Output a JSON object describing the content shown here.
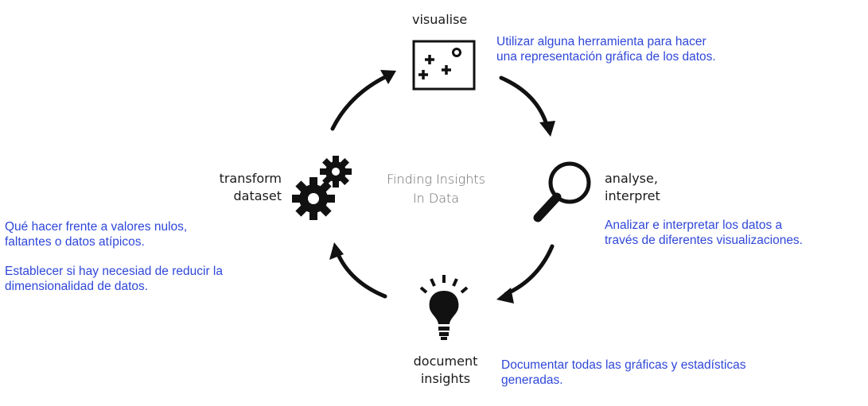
{
  "colors": {
    "note_blue": "#2f47d8",
    "icon_dark": "#111111"
  },
  "center": {
    "line1": "Finding Insights",
    "line2": "In Data"
  },
  "stages": {
    "visualise": {
      "label": "visualise",
      "icon": "scatter-plot-icon",
      "notes": [
        "Utilizar alguna herramienta para hacer",
        "una representación gráfica de los datos."
      ]
    },
    "analyse": {
      "label_line1": "analyse,",
      "label_line2": "interpret",
      "icon": "magnifying-glass-icon",
      "notes": [
        "Analizar e interpretar los datos a",
        "través de diferentes visualizaciones."
      ]
    },
    "document": {
      "label_line1": "document",
      "label_line2": "insights",
      "icon": "lightbulb-icon",
      "notes": [
        "Documentar todas las gráficas y estadísticas",
        "generadas."
      ]
    },
    "transform": {
      "label_line1": "transform",
      "label_line2": "dataset",
      "icon": "gears-icon",
      "notes_block1": [
        "Qué hacer frente a valores nulos,",
        "faltantes o datos atípicos."
      ],
      "notes_block2": [
        "Establecer si hay necesiad de reducir la",
        "dimensionalidad de datos."
      ]
    }
  }
}
